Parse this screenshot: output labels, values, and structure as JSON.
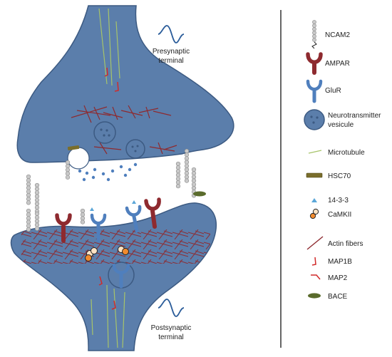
{
  "diagram": {
    "presynaptic_label": [
      "Presynaptic",
      "terminal"
    ],
    "postsynaptic_label": [
      "Postsynaptic",
      "terminal"
    ]
  },
  "legend": {
    "items": [
      {
        "key": "ncam2",
        "icon": "ncam2-icon",
        "label": [
          "NCAM2"
        ]
      },
      {
        "key": "ampar",
        "icon": "ampar-icon",
        "label": [
          "AMPAR"
        ]
      },
      {
        "key": "glur",
        "icon": "glur-icon",
        "label": [
          "GluR"
        ]
      },
      {
        "key": "vesicle",
        "icon": "neurotransmitter-vesicle-icon",
        "label": [
          "Neurotransmitter",
          "vesicule"
        ]
      },
      {
        "key": "microtubule",
        "icon": "microtubule-icon",
        "label": [
          "Microtubule"
        ]
      },
      {
        "key": "hsc70",
        "icon": "hsc70-icon",
        "label": [
          "HSC70"
        ]
      },
      {
        "key": "protein1433",
        "icon": "14-3-3-icon",
        "label": [
          "14-3-3"
        ]
      },
      {
        "key": "camkii",
        "icon": "camkii-icon",
        "label": [
          "CaMKII"
        ]
      },
      {
        "key": "actin",
        "icon": "actin-fiber-icon",
        "label": [
          "Actin fibers"
        ]
      },
      {
        "key": "map1b",
        "icon": "map1b-icon",
        "label": [
          "MAP1B"
        ]
      },
      {
        "key": "map2",
        "icon": "map2-icon",
        "label": [
          "MAP2"
        ]
      },
      {
        "key": "bace",
        "icon": "bace-icon",
        "label": [
          "BACE"
        ]
      }
    ]
  },
  "colors": {
    "terminal_fill": "#5b7eab",
    "terminal_stroke": "#3c5a82",
    "ampar": "#8e2a2f",
    "glur": "#4f7fbd",
    "actin": "#8e2a2f",
    "microtubule": "#a7c46a",
    "hsc70": "#7a6e2c",
    "bace": "#5a6b2c",
    "ncam_bead": "#c9c9c9",
    "camkii_orange": "#f28b2e",
    "camkii_pale": "#fde2c3",
    "protein1433": "#5aa6d8",
    "divider": "#333333"
  }
}
